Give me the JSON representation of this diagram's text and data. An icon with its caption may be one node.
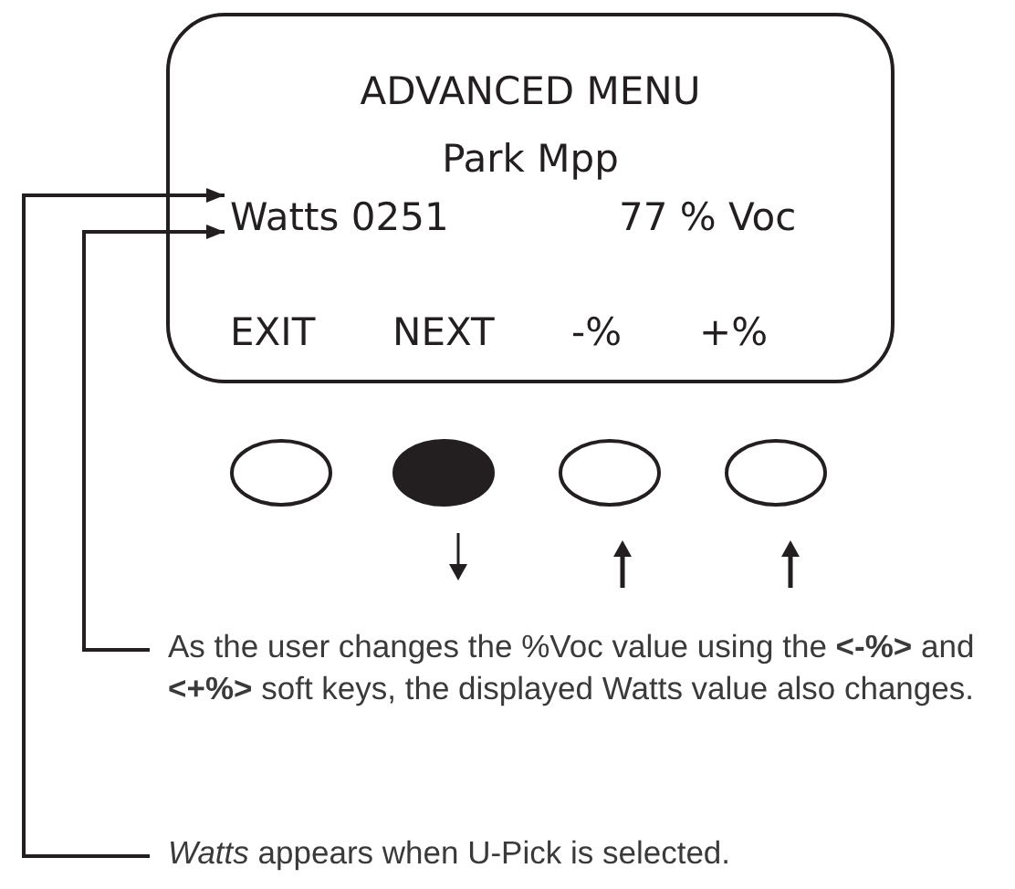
{
  "diagram": {
    "nodes": [
      {
        "text": [
          "ADVANCED MENU",
          "Park Mpp"
        ]
      },
      {
        "text": [
          "Watts 0251"
        ],
        "in": 0
      },
      {
        "text": [],
        "shape": "ellipse"
      },
      {
        "text": [],
        "shape": "ellipse"
      },
      {
        "text": [],
        "shape": "ellipse"
      },
      {
        "text": [],
        "shape": "ellipse"
      },
      {
        "text": [
          "As the user changes the %Voc value using the **<-%>** and **<+%>** soft keys, the displayed Watts value also changes."
        ]
      },
      {
        "text": [
          "*Watts* appears when U-Pick is selected."
        ]
      }
    ],
    "edges": [
      {
        "from": 6,
        "to": 1,
        "arrow": "to"
      },
      {
        "from": 7,
        "to": 1,
        "arrow": "to"
      }
    ],
    "labels": [
      "77 % Voc",
      "EXIT",
      "NEXT",
      "-%",
      "+%"
    ]
  }
}
